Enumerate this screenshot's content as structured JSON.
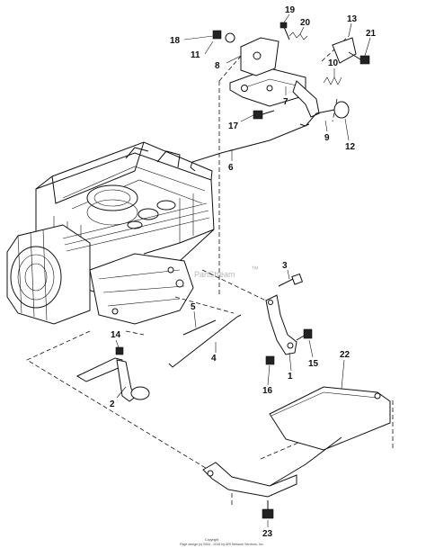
{
  "diagram": {
    "watermark": "PartStream",
    "watermark_tm": "™",
    "footer_line1": "Copyright",
    "footer_line2": "Page design (c) 2004 - 2016 by ARI Network Services, Inc.",
    "callouts": [
      {
        "id": "1",
        "label": "1"
      },
      {
        "id": "2",
        "label": "2"
      },
      {
        "id": "3",
        "label": "3"
      },
      {
        "id": "4",
        "label": "4"
      },
      {
        "id": "5",
        "label": "5"
      },
      {
        "id": "6",
        "label": "6"
      },
      {
        "id": "7",
        "label": "7"
      },
      {
        "id": "8",
        "label": "8"
      },
      {
        "id": "9",
        "label": "9"
      },
      {
        "id": "10",
        "label": "10"
      },
      {
        "id": "11",
        "label": "11"
      },
      {
        "id": "12",
        "label": "12"
      },
      {
        "id": "13",
        "label": "13"
      },
      {
        "id": "14",
        "label": "14"
      },
      {
        "id": "15",
        "label": "15"
      },
      {
        "id": "16",
        "label": "16"
      },
      {
        "id": "17",
        "label": "17"
      },
      {
        "id": "18",
        "label": "18"
      },
      {
        "id": "19",
        "label": "19"
      },
      {
        "id": "20",
        "label": "20"
      },
      {
        "id": "21",
        "label": "21"
      },
      {
        "id": "22",
        "label": "22"
      },
      {
        "id": "23",
        "label": "23"
      }
    ]
  }
}
